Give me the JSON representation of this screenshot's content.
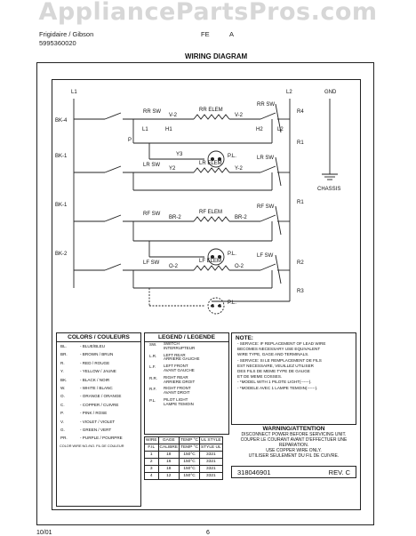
{
  "watermark": "AppliancePartsPros.com",
  "header": {
    "brand": "Frigidaire / Gibson",
    "model": "FE",
    "part_number": "5995360020",
    "model_suffix": "A"
  },
  "title": "WIRING DIAGRAM",
  "diagram": {
    "line_labels": [
      "L1",
      "L2",
      "GND"
    ],
    "bus_labels": [
      "BK-4",
      "BK-1",
      "BK-1",
      "BK-2"
    ],
    "right_labels": [
      "R4",
      "R1",
      "R1",
      "R2",
      "R3"
    ],
    "chassis_label": "CHASSIS",
    "pilot_label": "P.L.",
    "switches": [
      "RR SW",
      "LR SW",
      "RF SW",
      "LF SW"
    ],
    "elements": [
      "RR ELEM",
      "LR ELEM",
      "RF ELEM",
      "LF ELEM"
    ],
    "wires_left": [
      "V-2",
      "Y2",
      "BR-2",
      "O-2"
    ],
    "wires_right": [
      "V-2",
      "Y-2",
      "BR-2",
      "O-2"
    ],
    "terminals": [
      "L1",
      "L2",
      "H1",
      "H2",
      "P",
      "Y3"
    ]
  },
  "colors_box": {
    "title": "COLORS / COULEURS",
    "rows": [
      {
        "code": "BL.",
        "name": "- BLUE/BLEU"
      },
      {
        "code": "BR.",
        "name": "- BROWN / BRUN"
      },
      {
        "code": "R.",
        "name": "- RED / ROUGE"
      },
      {
        "code": "Y.",
        "name": "- YELLOW / JAUNE"
      },
      {
        "code": "BK.",
        "name": "- BLACK / NOIR"
      },
      {
        "code": "W.",
        "name": "- WHITE / BLANC"
      },
      {
        "code": "O.",
        "name": "- ORANGE / ORANGE"
      },
      {
        "code": "C.",
        "name": "- COPPER / CUIVRE"
      },
      {
        "code": "P.",
        "name": "- PINK / ROSE"
      },
      {
        "code": "V.",
        "name": "- VIOLET / VIOLET"
      },
      {
        "code": "G.",
        "name": "- GREEN / VERT"
      },
      {
        "code": "PR.",
        "name": "- PURPLE / POURPRE"
      }
    ],
    "footnote": "COLOR WIRE NO./NO. FIL DE COULEUR"
  },
  "legend_box": {
    "title": "LEGEND / LEGENDE",
    "rows": [
      {
        "code": "SW.",
        "name": "SWITCH\nINTERRUPTEUR"
      },
      {
        "code": "L.R.",
        "name": "LEFT REAR\nARRIERE GAUCHE"
      },
      {
        "code": "L.F.",
        "name": "LEFT FRONT\nAVANT GAUCHE"
      },
      {
        "code": "R.R.",
        "name": "RIGHT REAR\nARRIERE DROIT"
      },
      {
        "code": "R.F.",
        "name": "RIGHT FRONT\nAVANT DROIT"
      },
      {
        "code": "P.L.",
        "name": "PILOT LIGHT\nLAMPE TEMOIN"
      }
    ]
  },
  "note_box": {
    "title": "NOTE:",
    "lines": [
      "- SERVICE: IF REPLACEMENT OF LEAD WIRE",
      "BECOMES NECESSARY USE EQUIVALENT",
      "WIRE TYPE, GAGE AND TERMINALS.",
      "- SERVICE: SI LE REMPLACEMENT DE FILS",
      "EST NECESSAIRE, VEUILLEZ UTILISER",
      "DES FILS DE MEME TYPE DE GAUGE",
      "ET DE MEME COSSES.",
      "- *MODEL WITH 1 PILOTE LIGHT(------).",
      "- *MODELE AVEC 1 LAMPE TEMOIN(------)."
    ]
  },
  "gauge_table": {
    "headers": [
      "WIRE",
      "GAGE",
      "TEMP °C",
      "UL STYLE"
    ],
    "subheaders": [
      "F.IL",
      "CALIBRE",
      "TEMP °C",
      "STYLE UL"
    ],
    "rows": [
      [
        "1",
        "18",
        "150°C",
        "3321"
      ],
      [
        "2",
        "16",
        "150°C",
        "3321"
      ],
      [
        "3",
        "18",
        "150°C",
        "3321"
      ],
      [
        "4",
        "12",
        "150°C",
        "3321"
      ]
    ]
  },
  "warning": {
    "title": "WARNING/ATTENTION",
    "lines": [
      "DISCONNECT POWER BEFORE SERVICING UNIT.",
      "COUPER LE COURANT AVANT D'EFFECTUER UNE REPARATION.",
      "USE COPPER WIRE ONLY.",
      "UTILISER SEULEMENT DU FIL DE CUIVRE."
    ]
  },
  "doc_number": "318046901",
  "revision": "REV. C",
  "footer": {
    "date": "10/01",
    "page": "6"
  }
}
